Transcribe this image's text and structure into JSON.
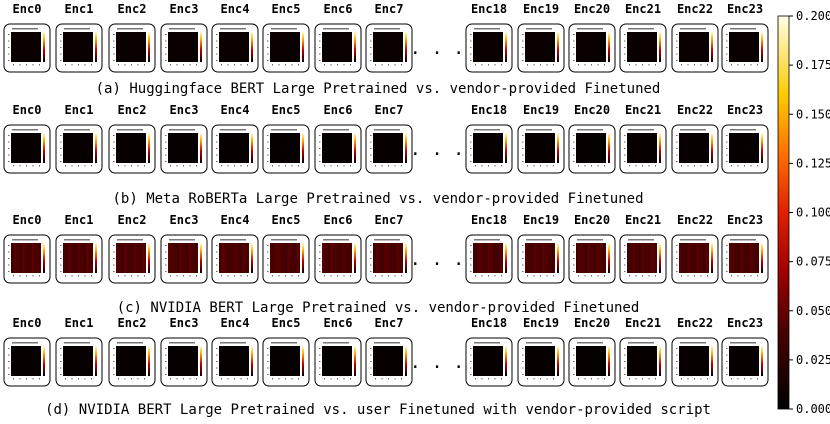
{
  "figure": {
    "encoder_labels": [
      "Enc0",
      "Enc1",
      "Enc2",
      "Enc3",
      "Enc4",
      "Enc5",
      "Enc6",
      "Enc7",
      "Enc18",
      "Enc19",
      "Enc20",
      "Enc21",
      "Enc22",
      "Enc23"
    ],
    "ellipsis": ". . .",
    "colormap": "hot",
    "colors": {
      "low": "#000000",
      "mid_low": "#8b0000",
      "mid": "#ff2a00",
      "mid_high": "#ffbf00",
      "high": "#ffffe6"
    }
  },
  "chart_data": {
    "type": "heatmap",
    "colorbar": {
      "ticks": [
        "0.000",
        "0.025",
        "0.050",
        "0.075",
        "0.100",
        "0.125",
        "0.150",
        "0.175",
        "0.200"
      ],
      "range": [
        0,
        0.2
      ]
    },
    "rows": [
      {
        "caption": "(a) Huggingface BERT Large Pretrained vs. vendor-provided Finetuned",
        "approx_level": 0.005
      },
      {
        "caption": "(b) Meta RoBERTa Large Pretrained vs. vendor-provided Finetuned",
        "approx_level": 0.004
      },
      {
        "caption": "(c) NVIDIA BERT Large Pretrained vs. vendor-provided Finetuned",
        "approx_level": 0.04
      },
      {
        "caption": "(d) NVIDIA BERT Large Pretrained vs. user Finetuned with vendor-provided script",
        "approx_level": 0.004
      }
    ]
  }
}
